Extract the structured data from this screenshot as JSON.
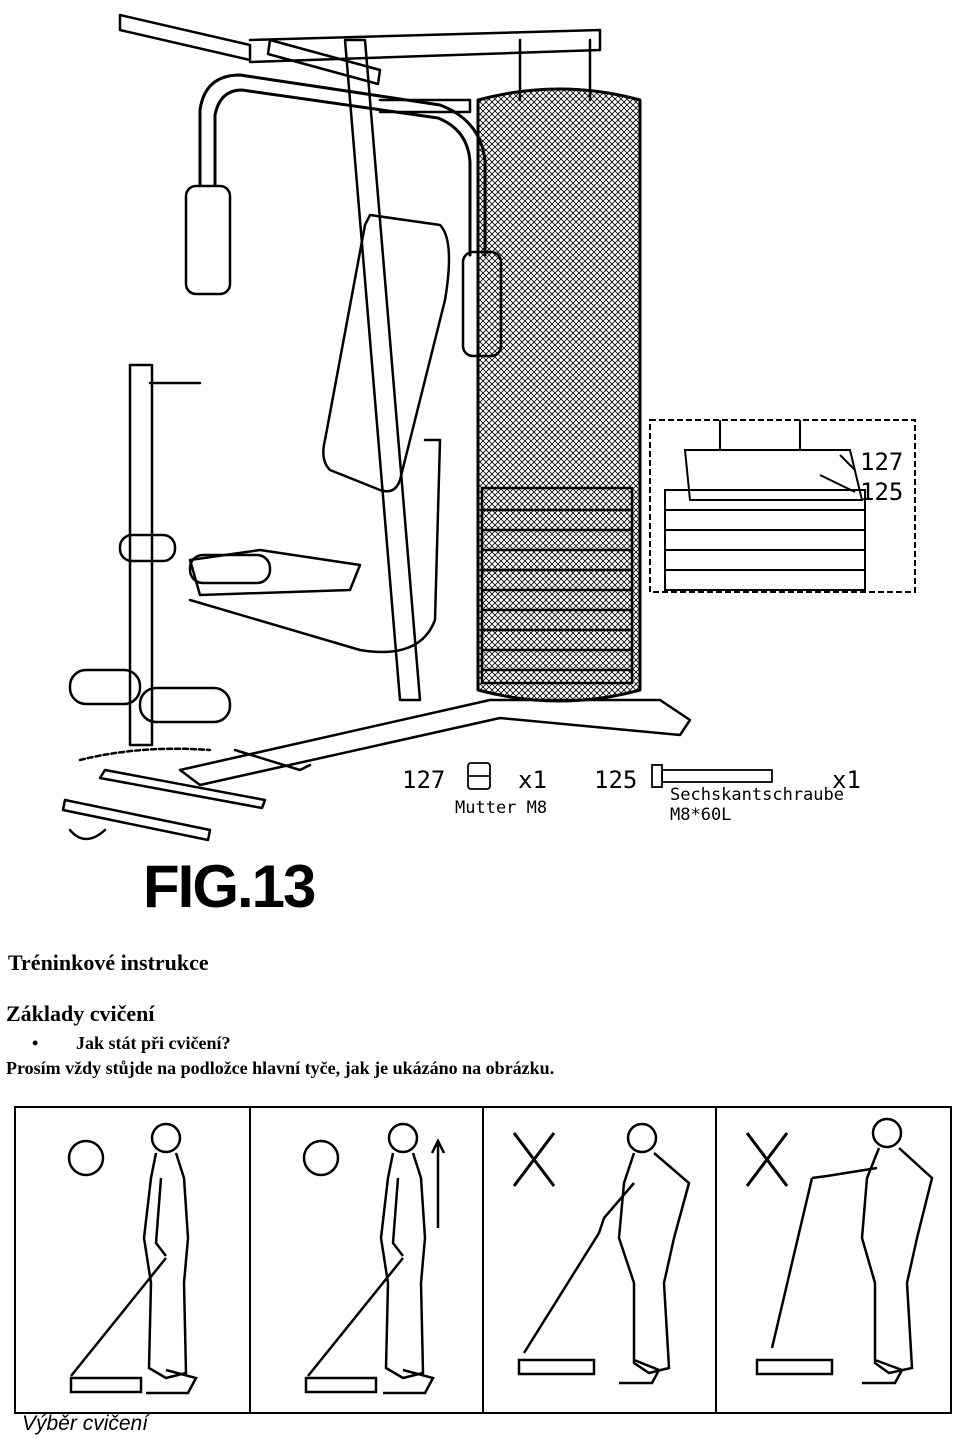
{
  "figure": {
    "label": "FIG.13",
    "callouts": {
      "nut_number": "127",
      "bolt_number": "125"
    },
    "parts": [
      {
        "number": "127",
        "qty": "x1",
        "name": "Mutter M8"
      },
      {
        "number": "125",
        "qty": "x1",
        "name": "Sechskantschraube",
        "spec": "M8*60L"
      }
    ]
  },
  "section_title": "Tréninkové instrukce",
  "subsection_title": "Základy cvičení",
  "bullet": "Jak stát při cvičení?",
  "instruction": "Prosím vždy stůjde na podložce hlavní tyče, jak je ukázáno na obrázku.",
  "panels": [
    {
      "mark": "correct"
    },
    {
      "mark": "correct"
    },
    {
      "mark": "wrong"
    },
    {
      "mark": "wrong"
    }
  ],
  "footer_caption": "Výběr cvičení"
}
